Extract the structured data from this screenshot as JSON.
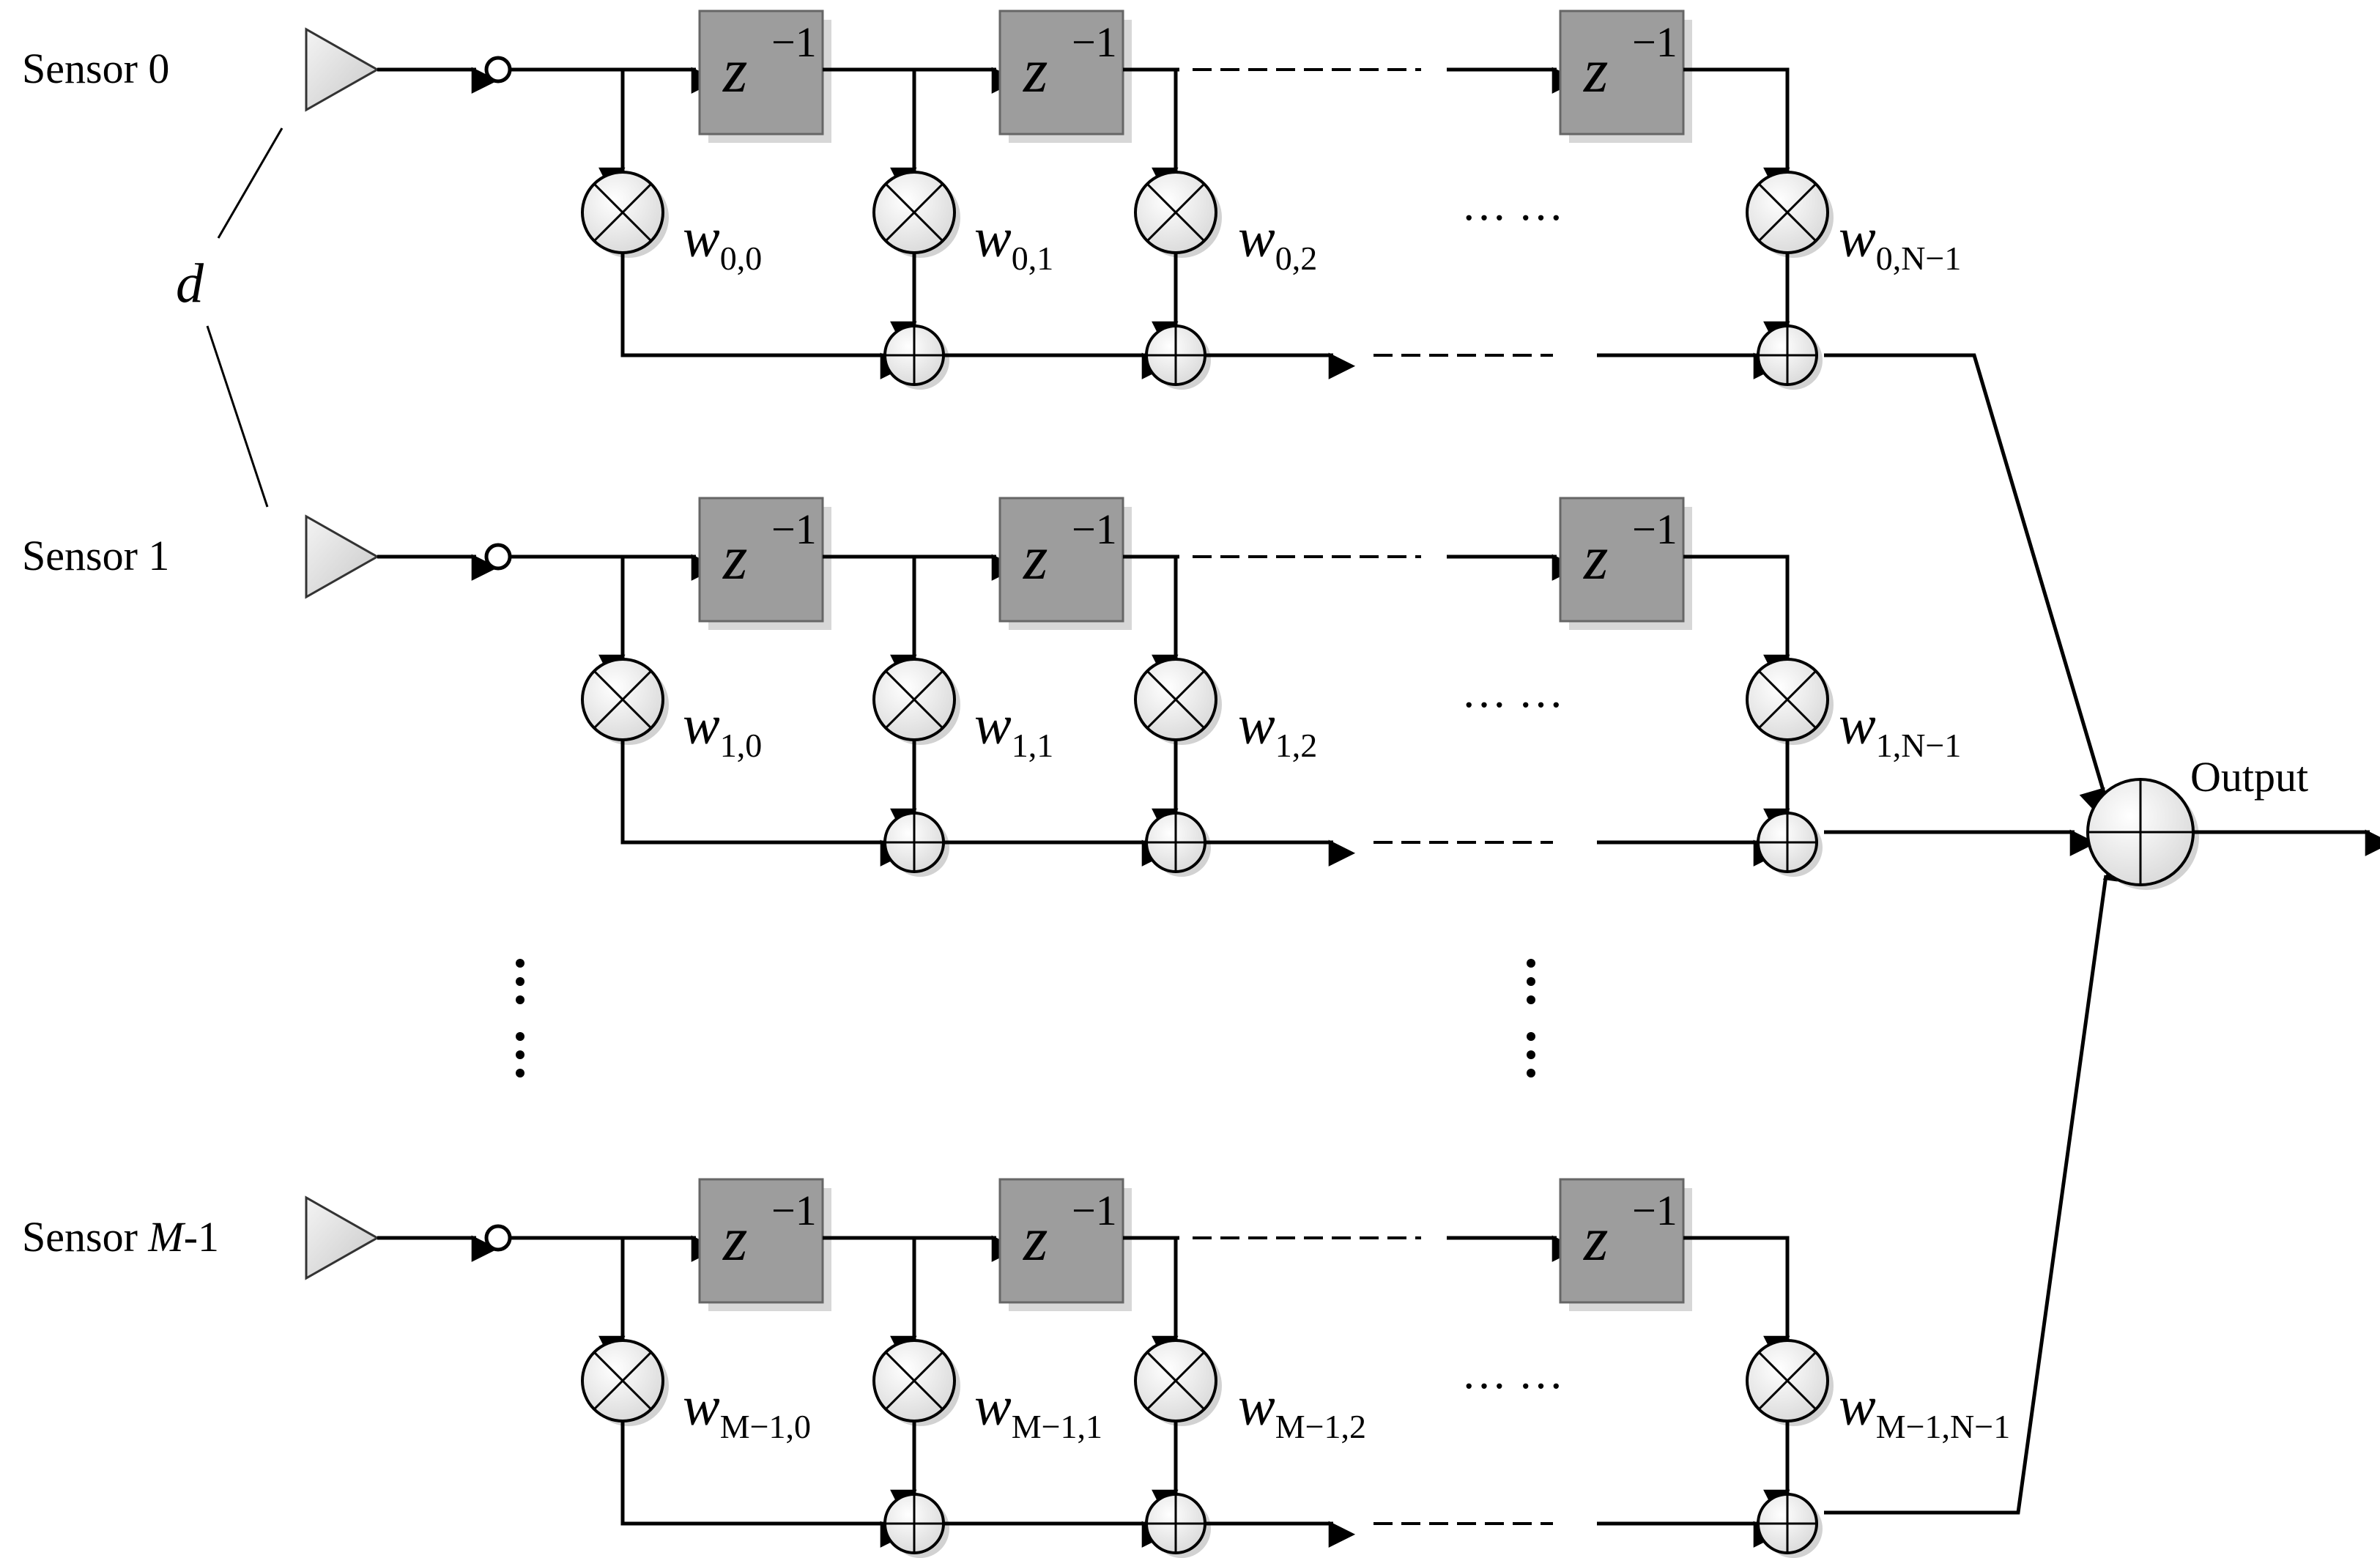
{
  "sensors": [
    {
      "label": "Sensor 0",
      "weights": [
        "0,0",
        "0,1",
        "0,2",
        "0,N−1"
      ]
    },
    {
      "label": "Sensor 1",
      "weights": [
        "1,0",
        "1,1",
        "1,2",
        "1,N−1"
      ]
    },
    {
      "label": "Sensor M-1",
      "weights": [
        "M−1,0",
        "M−1,1",
        "M−1,2",
        "M−1,N−1"
      ]
    }
  ],
  "weight_symbol": "w",
  "delay_label": "z",
  "delay_exponent": "−1",
  "spacing_label": "d",
  "output_label": "Output",
  "horizontal_ellipsis": "… …"
}
